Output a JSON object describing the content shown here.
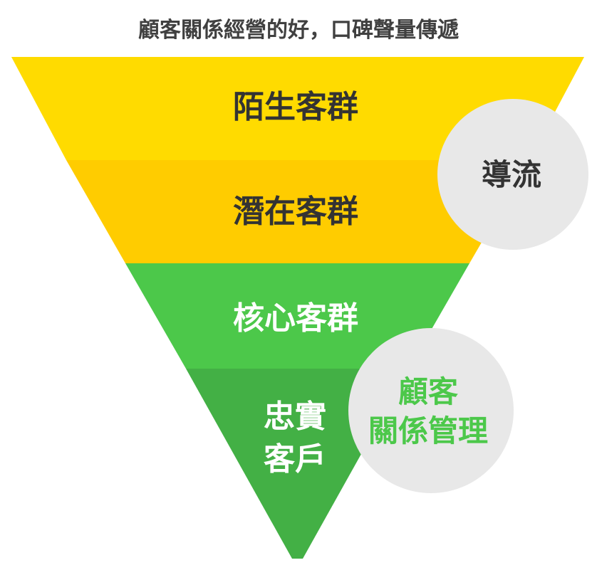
{
  "title": "顧客關係經營的好，口碑聲量傳遞",
  "funnel": [
    {
      "label": "陌生客群",
      "color": "#FFDB00",
      "text_color": "#333333"
    },
    {
      "label": "潛在客群",
      "color": "#FFCC00",
      "text_color": "#333333"
    },
    {
      "label": "核心客群",
      "color": "#4CC84A",
      "text_color": "#FFFFFF"
    },
    {
      "label_line1": "忠實",
      "label_line2": "客戶",
      "color": "#43B045",
      "text_color": "#FFFFFF"
    }
  ],
  "circles": [
    {
      "label": "導流",
      "text_color": "#333333",
      "fill": "#E8E8E8"
    },
    {
      "label_line1": "顧客",
      "label_line2": "關係管理",
      "text_color": "#4CC84A",
      "fill": "#E8E8E8"
    }
  ]
}
